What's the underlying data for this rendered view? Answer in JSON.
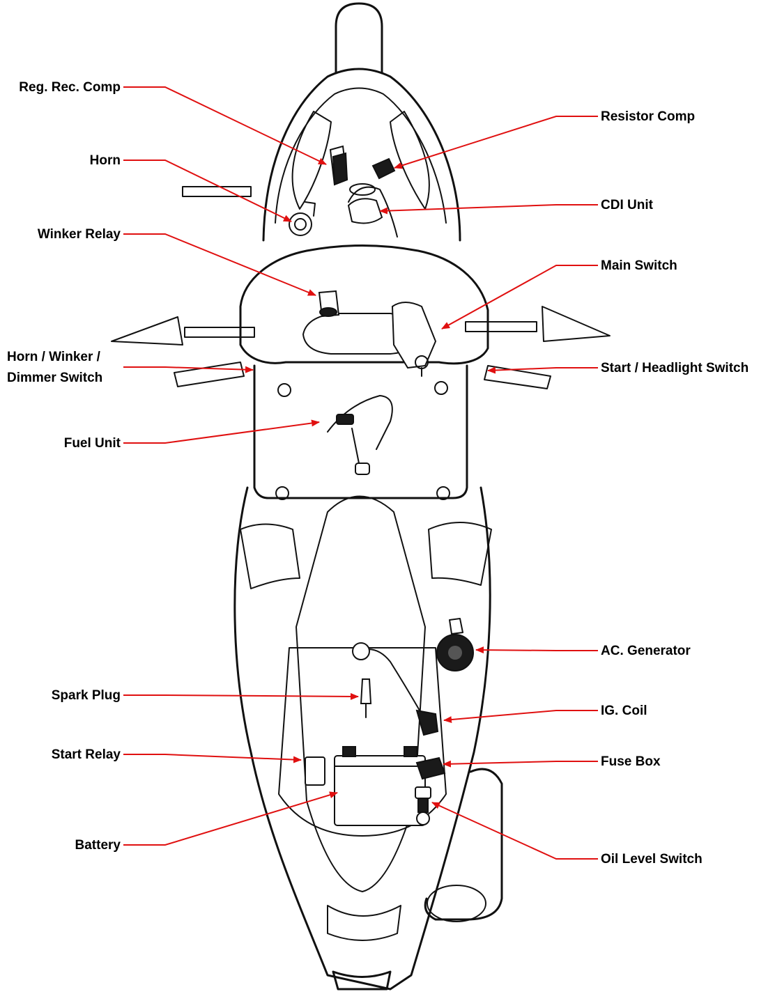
{
  "labels": {
    "reg_rec_comp": "Reg. Rec. Comp",
    "horn": "Horn",
    "winker_relay": "Winker Relay",
    "horn_winker_dimmer_line1": "Horn / Winker /",
    "horn_winker_dimmer_line2": "Dimmer Switch",
    "fuel_unit": "Fuel Unit",
    "spark_plug": "Spark Plug",
    "start_relay": "Start Relay",
    "battery": "Battery",
    "resistor_comp": "Resistor Comp",
    "cdi_unit": "CDI Unit",
    "main_switch": "Main Switch",
    "start_headlight_switch": "Start / Headlight Switch",
    "ac_generator": "AC. Generator",
    "ig_coil": "IG. Coil",
    "fuse_box": "Fuse Box",
    "oil_level_switch": "Oil Level Switch"
  },
  "colors": {
    "leader": "#e01010",
    "line_art": "#111111",
    "background": "#ffffff"
  }
}
